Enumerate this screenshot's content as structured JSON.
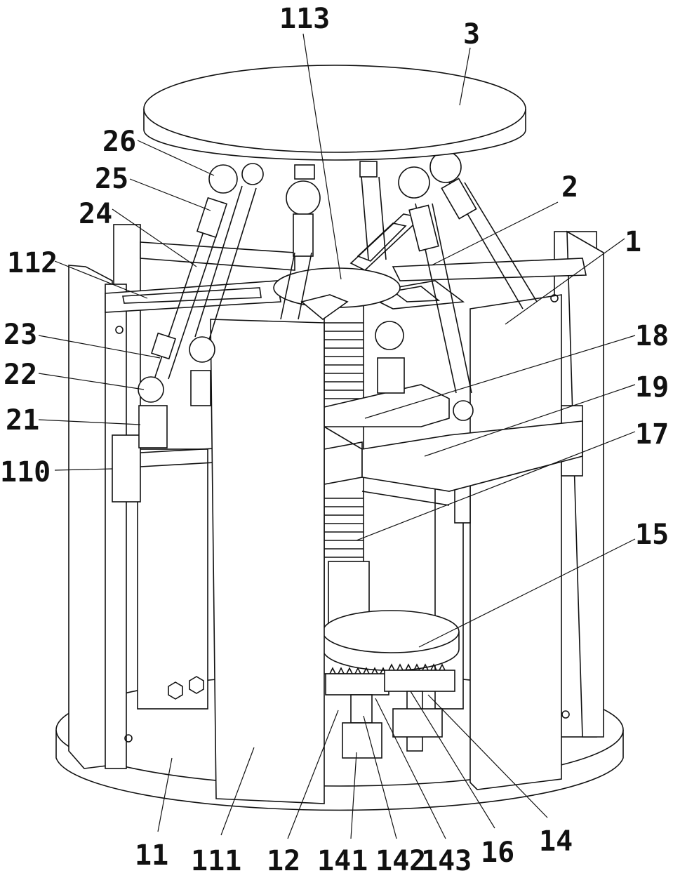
{
  "figure": {
    "labels": [
      {
        "id": "l113",
        "text": "113"
      },
      {
        "id": "l3",
        "text": "3"
      },
      {
        "id": "l26",
        "text": "26"
      },
      {
        "id": "l25",
        "text": "25"
      },
      {
        "id": "l24",
        "text": "24"
      },
      {
        "id": "l2",
        "text": "2"
      },
      {
        "id": "l1",
        "text": "1"
      },
      {
        "id": "l112",
        "text": "112"
      },
      {
        "id": "l23",
        "text": "23"
      },
      {
        "id": "l18",
        "text": "18"
      },
      {
        "id": "l22",
        "text": "22"
      },
      {
        "id": "l19",
        "text": "19"
      },
      {
        "id": "l21",
        "text": "21"
      },
      {
        "id": "l17",
        "text": "17"
      },
      {
        "id": "l110",
        "text": "110"
      },
      {
        "id": "l15",
        "text": "15"
      },
      {
        "id": "l11",
        "text": "11"
      },
      {
        "id": "l111",
        "text": "111"
      },
      {
        "id": "l12",
        "text": "12"
      },
      {
        "id": "l141",
        "text": "141"
      },
      {
        "id": "l142",
        "text": "142"
      },
      {
        "id": "l143",
        "text": "143"
      },
      {
        "id": "l16",
        "text": "16"
      },
      {
        "id": "l14",
        "text": "14"
      }
    ]
  }
}
